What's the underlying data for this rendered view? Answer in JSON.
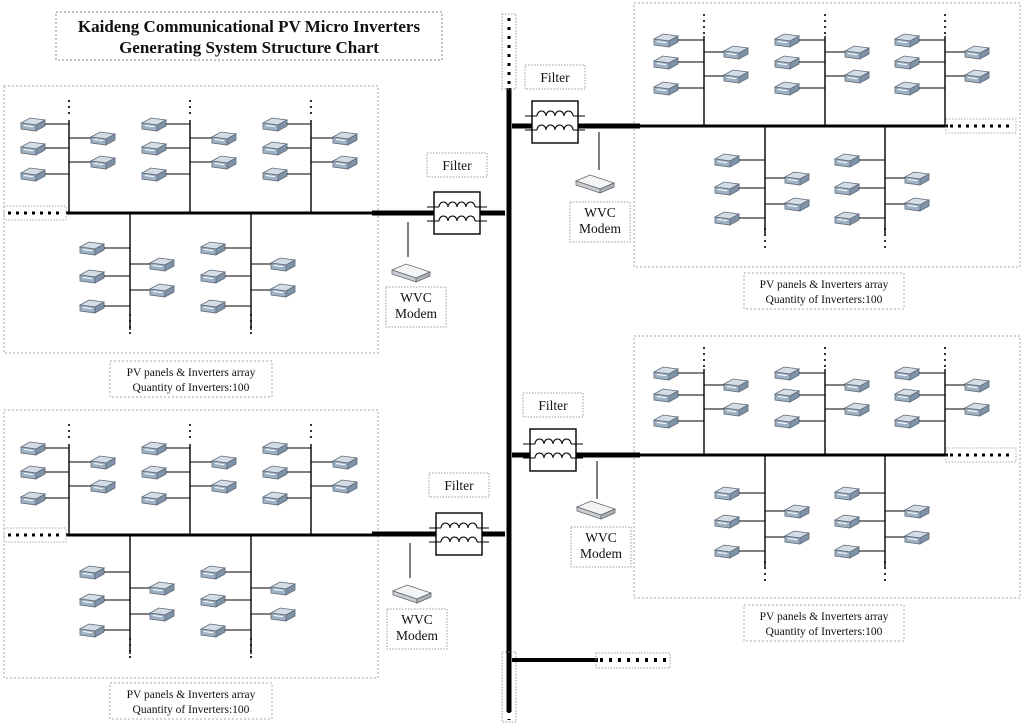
{
  "title": {
    "line1": "Kaideng Communicational PV Micro Inverters",
    "line2": "Generating System Structure Chart"
  },
  "labels": {
    "filter": "Filter",
    "modem_line1": "WVC",
    "modem_line2": "Modem",
    "array_line1": "PV panels & Inverters array",
    "array_line2": "Quantity of Inverters:100"
  },
  "colors": {
    "line": "#000000",
    "box_border": "#9a9a9a",
    "inverter_body": "#9fb2c4",
    "inverter_top": "#d4dde6"
  },
  "icons": {
    "inverter": "micro-inverter-icon",
    "modem": "wvc-modem-icon",
    "filter": "filter-coil-icon"
  },
  "arrays": [
    {
      "id": "top-left",
      "quantity": 100
    },
    {
      "id": "bottom-left",
      "quantity": 100
    },
    {
      "id": "top-right",
      "quantity": 100
    },
    {
      "id": "bottom-right",
      "quantity": 100
    }
  ]
}
